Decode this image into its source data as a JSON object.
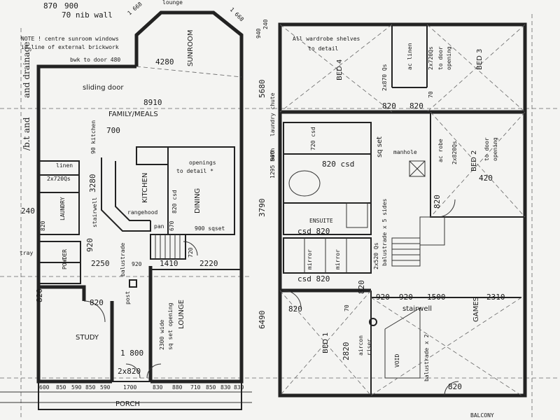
{
  "ground": {
    "dims_top": [
      "870",
      "900",
      "70 nib wall",
      "1 668",
      "1 668",
      "lounge"
    ],
    "note": [
      "NOTE ! centre sunroom windows",
      "in line of external brickwork"
    ],
    "bwk_to_door": "bwk to door 480",
    "sunroom": "SUNROOM",
    "sunroom_dim": "4280",
    "sliding_door": "sliding door",
    "family_dim": "8910",
    "family_meals": "FAMILY/MEALS",
    "dim_700": "700",
    "linen": "linen",
    "linen_dim": "2x720Qs",
    "laundry": "LAUNDRY",
    "kitchen": "KITCHEN",
    "kitchen_90": "90 kitchen",
    "dim_3280": "3280",
    "stairwell": "stairwell",
    "rangehood": "rangehood",
    "pan": "pan",
    "openings": "openings",
    "to_detail": "to detail *",
    "csd_820": "820 csd",
    "dining": "DINING",
    "dim_900_sqset": "900 sqset",
    "dim_670": "670",
    "dim_240": "240",
    "dim_820a": "820",
    "dim_920": "920",
    "dim_720": "720",
    "dim_2250": "2250",
    "dim_920b": "920",
    "dim_1410": "1410",
    "dim_2220": "2220",
    "tray": "tray",
    "powder": "POWDER",
    "dim_820b": "820",
    "balustrade": "balustrade",
    "dim_820c": "820",
    "post": "post",
    "study": "STUDY",
    "lounge_open": "2300 wide",
    "lounge_open2": "sq set opening",
    "lounge": "LOUNGE",
    "dim_1800": "1 800",
    "dim_2x820": "2x820",
    "bottom_dims": [
      "600",
      "850",
      "590",
      "850",
      "590",
      "1700",
      "830",
      "880",
      "710",
      "850",
      "830",
      "830"
    ],
    "porch": "PORCH",
    "margin_notes": [
      "and drainage",
      "and",
      "/b.t"
    ]
  },
  "upper": {
    "dim_940": "940",
    "dim_240": "240",
    "dim_5680": "5680",
    "wardrobe_note": [
      "All wardrobe shelves",
      "to detail"
    ],
    "bed4": "BED 4",
    "bed4_dim": "2x870 Qs",
    "ac_linen": "ac linen",
    "bed3_dim": "2x720Qs",
    "to_door_opening": [
      "to door",
      "opening"
    ],
    "bed3": "BED 3",
    "dim_70": "70",
    "dim_820a": "820",
    "dim_820b": "820",
    "bath": "1295 bath",
    "laundry_chute": "laundry chute",
    "sq_set": "sq set",
    "manhole": "manhole",
    "ac_robe": "ac robe",
    "bed2_dim": "2x820Qs",
    "bed2": "BED 2",
    "to_door2": [
      "to door",
      "opening"
    ],
    "dim_420": "420",
    "dim_720csd": "720 csd",
    "csd_820": "820 csd",
    "dim_900": "900",
    "dim_3790": "3790",
    "ensuite": "ENSUITE",
    "csd_820b": "csd 820",
    "mirror": [
      "mirror",
      "mirror"
    ],
    "qs_dim": "2x520 Qs",
    "balustrade5": "balustrade x 5 sides",
    "dim_820c": "820",
    "dim_820d": "820",
    "csd_820c": "csd 820",
    "dim_820e": "820",
    "dim_6490": "6490",
    "dims_mid": [
      "920",
      "920",
      "1500",
      "2310"
    ],
    "stairwell": "stairwell",
    "games": "GAMES",
    "bed1": "BED 1",
    "dim_2820": "2820",
    "dim_70b": "70",
    "aircon": "aircon",
    "riser": "riser",
    "void": "VOID",
    "balustrade2": "balustrade x 2",
    "dim_820f": "820",
    "balcony": "BALCONY"
  }
}
